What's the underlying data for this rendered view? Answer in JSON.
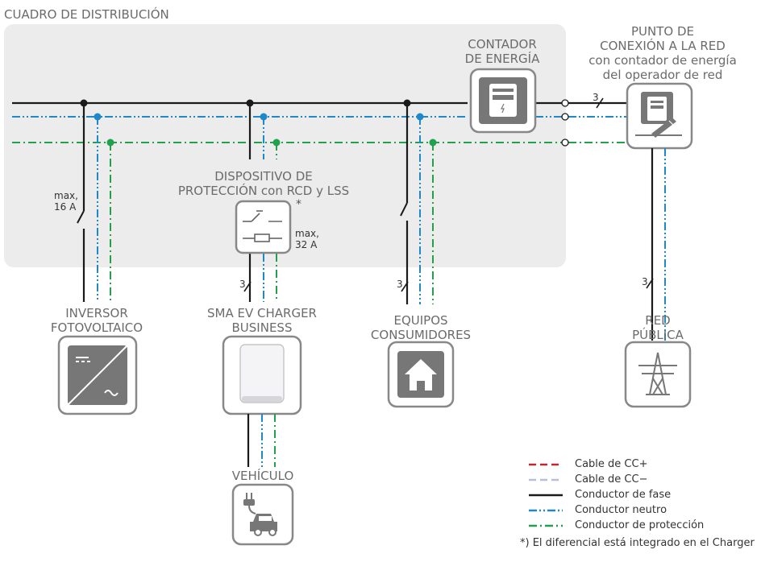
{
  "title": "CUADRO DE DISTRIBUCIÓN",
  "labels": {
    "meter": [
      "CONTADOR",
      "DE ENERGÍA"
    ],
    "grid_point": [
      "PUNTO DE",
      "CONEXIÓN A LA RED",
      "con contador de energía",
      "del operador de red"
    ],
    "protection": [
      "DISPOSITIVO DE",
      "PROTECCIÓN con RCD y LSS"
    ],
    "protection_star": "*",
    "pv_inverter": [
      "INVERSOR",
      "FOTOVOLTAICO"
    ],
    "charger": [
      "SMA EV CHARGER",
      "BUSINESS"
    ],
    "consumers": [
      "EQUIPOS",
      "CONSUMIDORES"
    ],
    "public_grid": [
      "RED",
      "PÚBLICA"
    ],
    "vehicle": "VEHÍCULO"
  },
  "ratings": {
    "pv": [
      "max,",
      "16 A"
    ],
    "protection": [
      "max,",
      "32 A"
    ]
  },
  "wire_count": "3",
  "legend": [
    {
      "label": "Cable de CC+",
      "color": "#c0282d",
      "style": "dash"
    },
    {
      "label": "Cable de CC−",
      "color": "#b7bfd6",
      "style": "dash"
    },
    {
      "label": "Conductor de fase",
      "color": "#1a1a1a",
      "style": "solid"
    },
    {
      "label": "Conductor neutro",
      "color": "#1e88c8",
      "style": "dashdotdot"
    },
    {
      "label": "Conductor de protección",
      "color": "#22a04b",
      "style": "dashdot"
    }
  ],
  "footnote": "*) El diferencial está integrado en el Charger",
  "colors": {
    "phase": "#1a1a1a",
    "neutral": "#1e88c8",
    "protective": "#22a04b",
    "panel": "#ececec",
    "box_border": "#888888",
    "icon": "#777777"
  }
}
